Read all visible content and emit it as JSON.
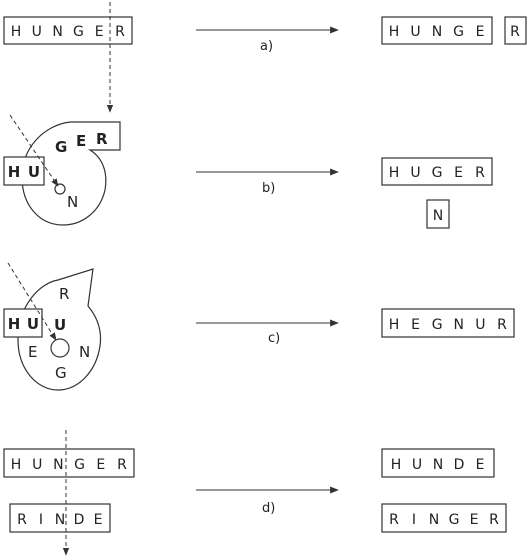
{
  "rows": {
    "a": {
      "label": "a)",
      "input": [
        "H",
        "U",
        "N",
        "G",
        "E",
        "R"
      ],
      "output_main": [
        "H",
        "U",
        "N",
        "G",
        "E"
      ],
      "output_extra": [
        "R"
      ]
    },
    "b": {
      "label": "b)",
      "left_box": [
        "H",
        "U"
      ],
      "spiral_letters": [
        "G",
        "E",
        "R",
        "N"
      ],
      "output_main": [
        "H",
        "U",
        "G",
        "E",
        "R"
      ],
      "output_extra": [
        "N"
      ]
    },
    "c": {
      "label": "c)",
      "left_box": [
        "H",
        "U"
      ],
      "spiral_letters": [
        "R",
        "E",
        "N",
        "G"
      ],
      "output_main": [
        "H",
        "E",
        "G",
        "N",
        "U",
        "R"
      ]
    },
    "d": {
      "label": "d)",
      "input_top": [
        "H",
        "U",
        "N",
        "G",
        "E",
        "R"
      ],
      "input_bottom": [
        "R",
        "I",
        "N",
        "D",
        "E"
      ],
      "output_top": [
        "H",
        "U",
        "N",
        "D",
        "E"
      ],
      "output_bottom": [
        "R",
        "I",
        "N",
        "G",
        "E",
        "R"
      ]
    }
  }
}
